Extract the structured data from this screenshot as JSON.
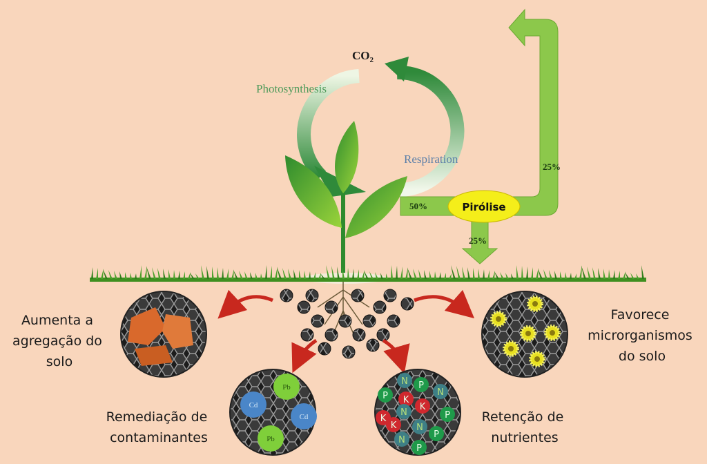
{
  "cycle": {
    "co2_label": "CO",
    "co2_subscript": "2",
    "photosynthesis_label": "Photosynthesis",
    "respiration_label": "Respiration"
  },
  "flow": {
    "pyrolysis_label": "Pirólise",
    "to_pyrolysis_percent": "50%",
    "return_percent": "25%",
    "to_soil_percent": "25%"
  },
  "benefits": {
    "aggregation": [
      "Aumenta a",
      "agregação do",
      "solo"
    ],
    "microorganisms": [
      "Favorece",
      "microrganismos",
      "do solo"
    ],
    "remediation": [
      "Remediação de",
      "contaminantes"
    ],
    "nutrients": [
      "Retenção de",
      "nutrientes"
    ]
  },
  "contaminants": [
    "Cd",
    "Pb",
    "Cd",
    "Pb"
  ],
  "nutrient_ions": [
    "N",
    "P",
    "N",
    "P",
    "K",
    "K",
    "N",
    "P",
    "K",
    "K",
    "N",
    "P",
    "N",
    "P"
  ],
  "colors": {
    "background": "#f9d6bc",
    "arrow_green": "#8cc84b",
    "pyrolysis_yellow": "#f4ee1a",
    "red_arrow": "#c8281e"
  }
}
